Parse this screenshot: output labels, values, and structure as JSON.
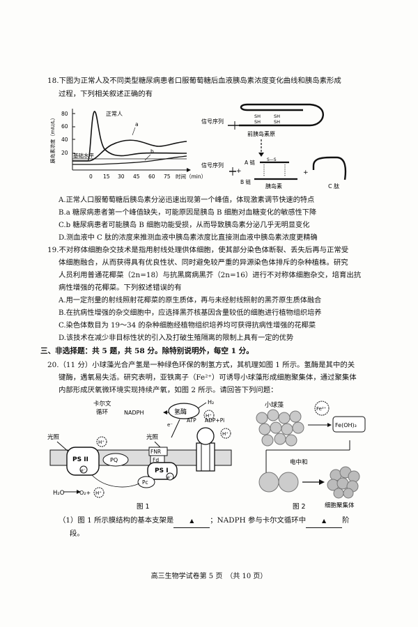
{
  "q18": {
    "stem": "18.下图为正常人及不同类型糖尿病患者口服葡萄糖后血液胰岛素浓度变化曲线和胰岛素形成",
    "stem2": "过程，下列相关叙述正确的有",
    "graph": {
      "ylabel": "胰岛素浓度（mIU/L）",
      "yticks": [
        "80",
        "60",
        "40",
        "20"
      ],
      "xticks": [
        "0",
        "15",
        "30",
        "45",
        "60",
        "75"
      ],
      "xlabel": "时间（min）",
      "curve_normal": "正常人",
      "curve_a": "a",
      "curve_b": "b",
      "baseline": "基础水平"
    },
    "diagram": {
      "signal1": "信号序列",
      "precursor": "前胰岛素原",
      "sh": "SH",
      "signal2": "信号序列",
      "chainA": "A 链",
      "chainB": "B 链",
      "insulin": "胰岛素",
      "cpeptide": "C 肽",
      "ss": "S—S"
    },
    "options": [
      "A.正常人口服葡萄糖后胰岛素分泌迅速出现第一个峰值，体现激素调节快速的特点",
      "B.a 糖尿病患者第一个峰值缺失，可能原因是胰岛 B 细胞对血糖变化的敏感性下降",
      "C.b 糖尿病患者可能胰岛 B 细胞功能受损，从而导致胰岛素分泌几乎无明显变化",
      "D.测血液中 C 肽的浓度来推测血液中胰岛素浓度比直接测血液中胰岛素浓度更精确"
    ]
  },
  "q19": {
    "lines": [
      "19.不对称体细胞杂交技术是指用射线处理供体细胞，使其部分染色体断裂、丢失后再与正常受",
      "体细胞融合，从而获得具有优良性状、同时避免较严重的异源染色体排斥的杂种植株。研究",
      "人员利用普通花椰菜（2n=18）与抗黑腐病黑芥（2n=16）进行不对称体细胞杂交，培育出抗",
      "病性增强的花椰菜。下列叙述错误的有"
    ],
    "options": [
      "A.用一定剂量的射线照射花椰菜的原生质体，再与未经射线照射的黑芥原生质体融合",
      "B.在抗病性增强的杂交细胞中，应选择黑芥核基因含量较低的细胞进行植物组织培养",
      "C.染色体数目为 19～34 的杂种细胞经植物组织培养均可获得抗病性增强的花椰菜",
      "D.该技术在减少非目标性状的引入及打破生殖隔离的限制上具有一定的优势"
    ]
  },
  "section3": "三、非选择题：共 5 题，共 58 分。除特别说明外，每空 1 分。",
  "q20": {
    "lines": [
      "20.（11 分）小球藻光合产氢是一种绿色环保的制氢方式，其机理如图 1 所示。氢酶是其中的关",
      "键酶，遇氧易失活。研究表明，亚铁离子（Fe²⁺）可诱导小球藻形成细胞聚集体，通过聚集体",
      "内部形成厌氧微环境实现持续产氧，如图 2 所示。请回答下列问题："
    ],
    "fig1": {
      "calvin": "卡尔文",
      "calvin2": "循环",
      "nadph": "NADPH",
      "hydrogenase": "氢酶",
      "h2": "H₂",
      "hplus": "H⁺",
      "light1": "光照",
      "light2": "光照",
      "fnr": "FNR",
      "fd": "Fd",
      "atp": "ATP",
      "adp": "ADP+Pi",
      "ps2": "PS II",
      "ps1": "PS I",
      "pq": "PQ",
      "pc": "Pc",
      "h2o": "H₂O",
      "o2": "O₂+",
      "e": "e⁻",
      "caption": "图 1"
    },
    "fig2": {
      "chlorella": "小球藻",
      "fe": "Fe²⁺",
      "feoh": "Fe(OH)₃",
      "neutral": "电中和",
      "aggregate": "细胞聚集体",
      "caption": "图 2"
    },
    "sub1_a": "（1）图 1 所示膜结构的基本支架是",
    "sub1_b": "；NADPH 参与卡尔文循环中",
    "sub1_c": "阶",
    "sub1_d": "段。",
    "blank_mark": "▲"
  },
  "footer": "高三生物学试卷第 5 页　（共 10 页）"
}
